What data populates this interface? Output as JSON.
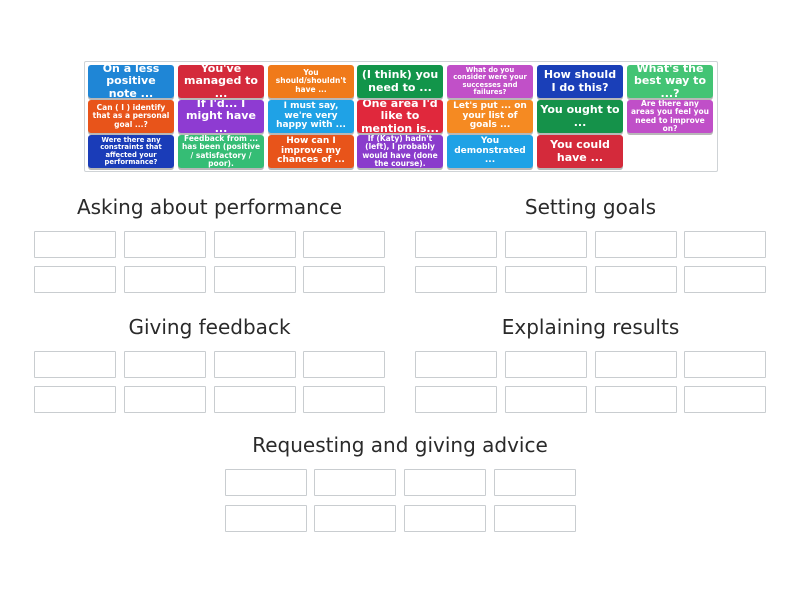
{
  "tiles": [
    {
      "text": "On a less positive note ...",
      "color": "#1f86d6"
    },
    {
      "text": "You've managed to ...",
      "color": "#d42a3b"
    },
    {
      "text": "You should/shouldn't have ...",
      "color": "#f07a1a"
    },
    {
      "text": "(I think) you need to ...",
      "color": "#12954a"
    },
    {
      "text": "What do you consider were your successes and failures?",
      "color": "#c150c8"
    },
    {
      "text": "How should I do this?",
      "color": "#1a3fb8"
    },
    {
      "text": "What's the best way to ...?",
      "color": "#43c474"
    },
    {
      "text": "Can ( I ) identify that as a personal goal ...?",
      "color": "#e8541a"
    },
    {
      "text": "If I'd... I might have ...",
      "color": "#8e3bd2"
    },
    {
      "text": "I must say, we're very happy with ...",
      "color": "#1fa2e6"
    },
    {
      "text": "One area I'd like to mention is...",
      "color": "#e0283c"
    },
    {
      "text": "Let's put ... on your list of goals ...",
      "color": "#f58a22"
    },
    {
      "text": "You ought to ...",
      "color": "#15924a"
    },
    {
      "text": "Are there any areas you feel you need to improve on?",
      "color": "#c04fc8"
    },
    {
      "text": "Were there any constraints that affected your performance?",
      "color": "#1a3cb8"
    },
    {
      "text": "Feedback from ... has been (positive / satisfactory / poor).",
      "color": "#35bd75"
    },
    {
      "text": "How can I improve my chances of ...",
      "color": "#e8541a"
    },
    {
      "text": "If (Katy) hadn't (left), I probably would have (done the course).",
      "color": "#8a3ccc"
    },
    {
      "text": "You demonstrated ...",
      "color": "#1fa2e6"
    },
    {
      "text": "You could have ...",
      "color": "#d42a3b"
    }
  ],
  "categories": [
    {
      "title": "Asking about performance"
    },
    {
      "title": "Setting goals"
    },
    {
      "title": "Giving feedback"
    },
    {
      "title": "Explaining results"
    },
    {
      "title": "Requesting and giving advice"
    }
  ]
}
